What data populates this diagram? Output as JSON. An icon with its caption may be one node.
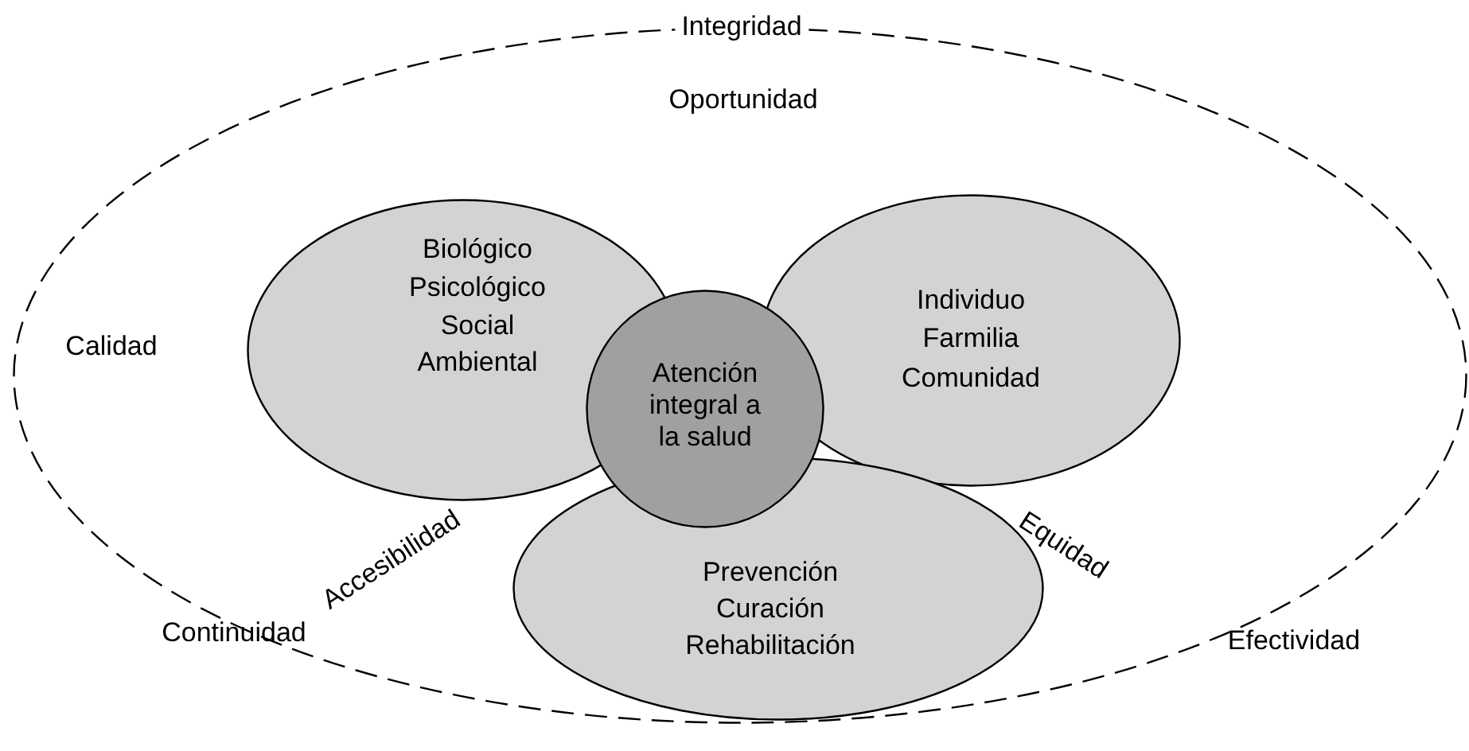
{
  "diagram": {
    "nodes": [
      {
        "text": [
          "Integridad",
          "Oportunidad",
          "Calidad",
          "Accesibilidad",
          "Equidad",
          "Continuidad",
          "Efectividad"
        ]
      },
      {
        "text": [
          "Biológico",
          "Psicológico",
          "Social",
          "Ambiental"
        ],
        "in": 0
      },
      {
        "text": [
          "Individuo",
          "Farmilia",
          "Comunidad"
        ],
        "in": 0
      },
      {
        "text": [
          "Prevención",
          "Curación",
          "Rehabilitación"
        ],
        "in": 0
      },
      {
        "text": [
          "Atención integral a la salud"
        ],
        "in": 0
      }
    ]
  }
}
